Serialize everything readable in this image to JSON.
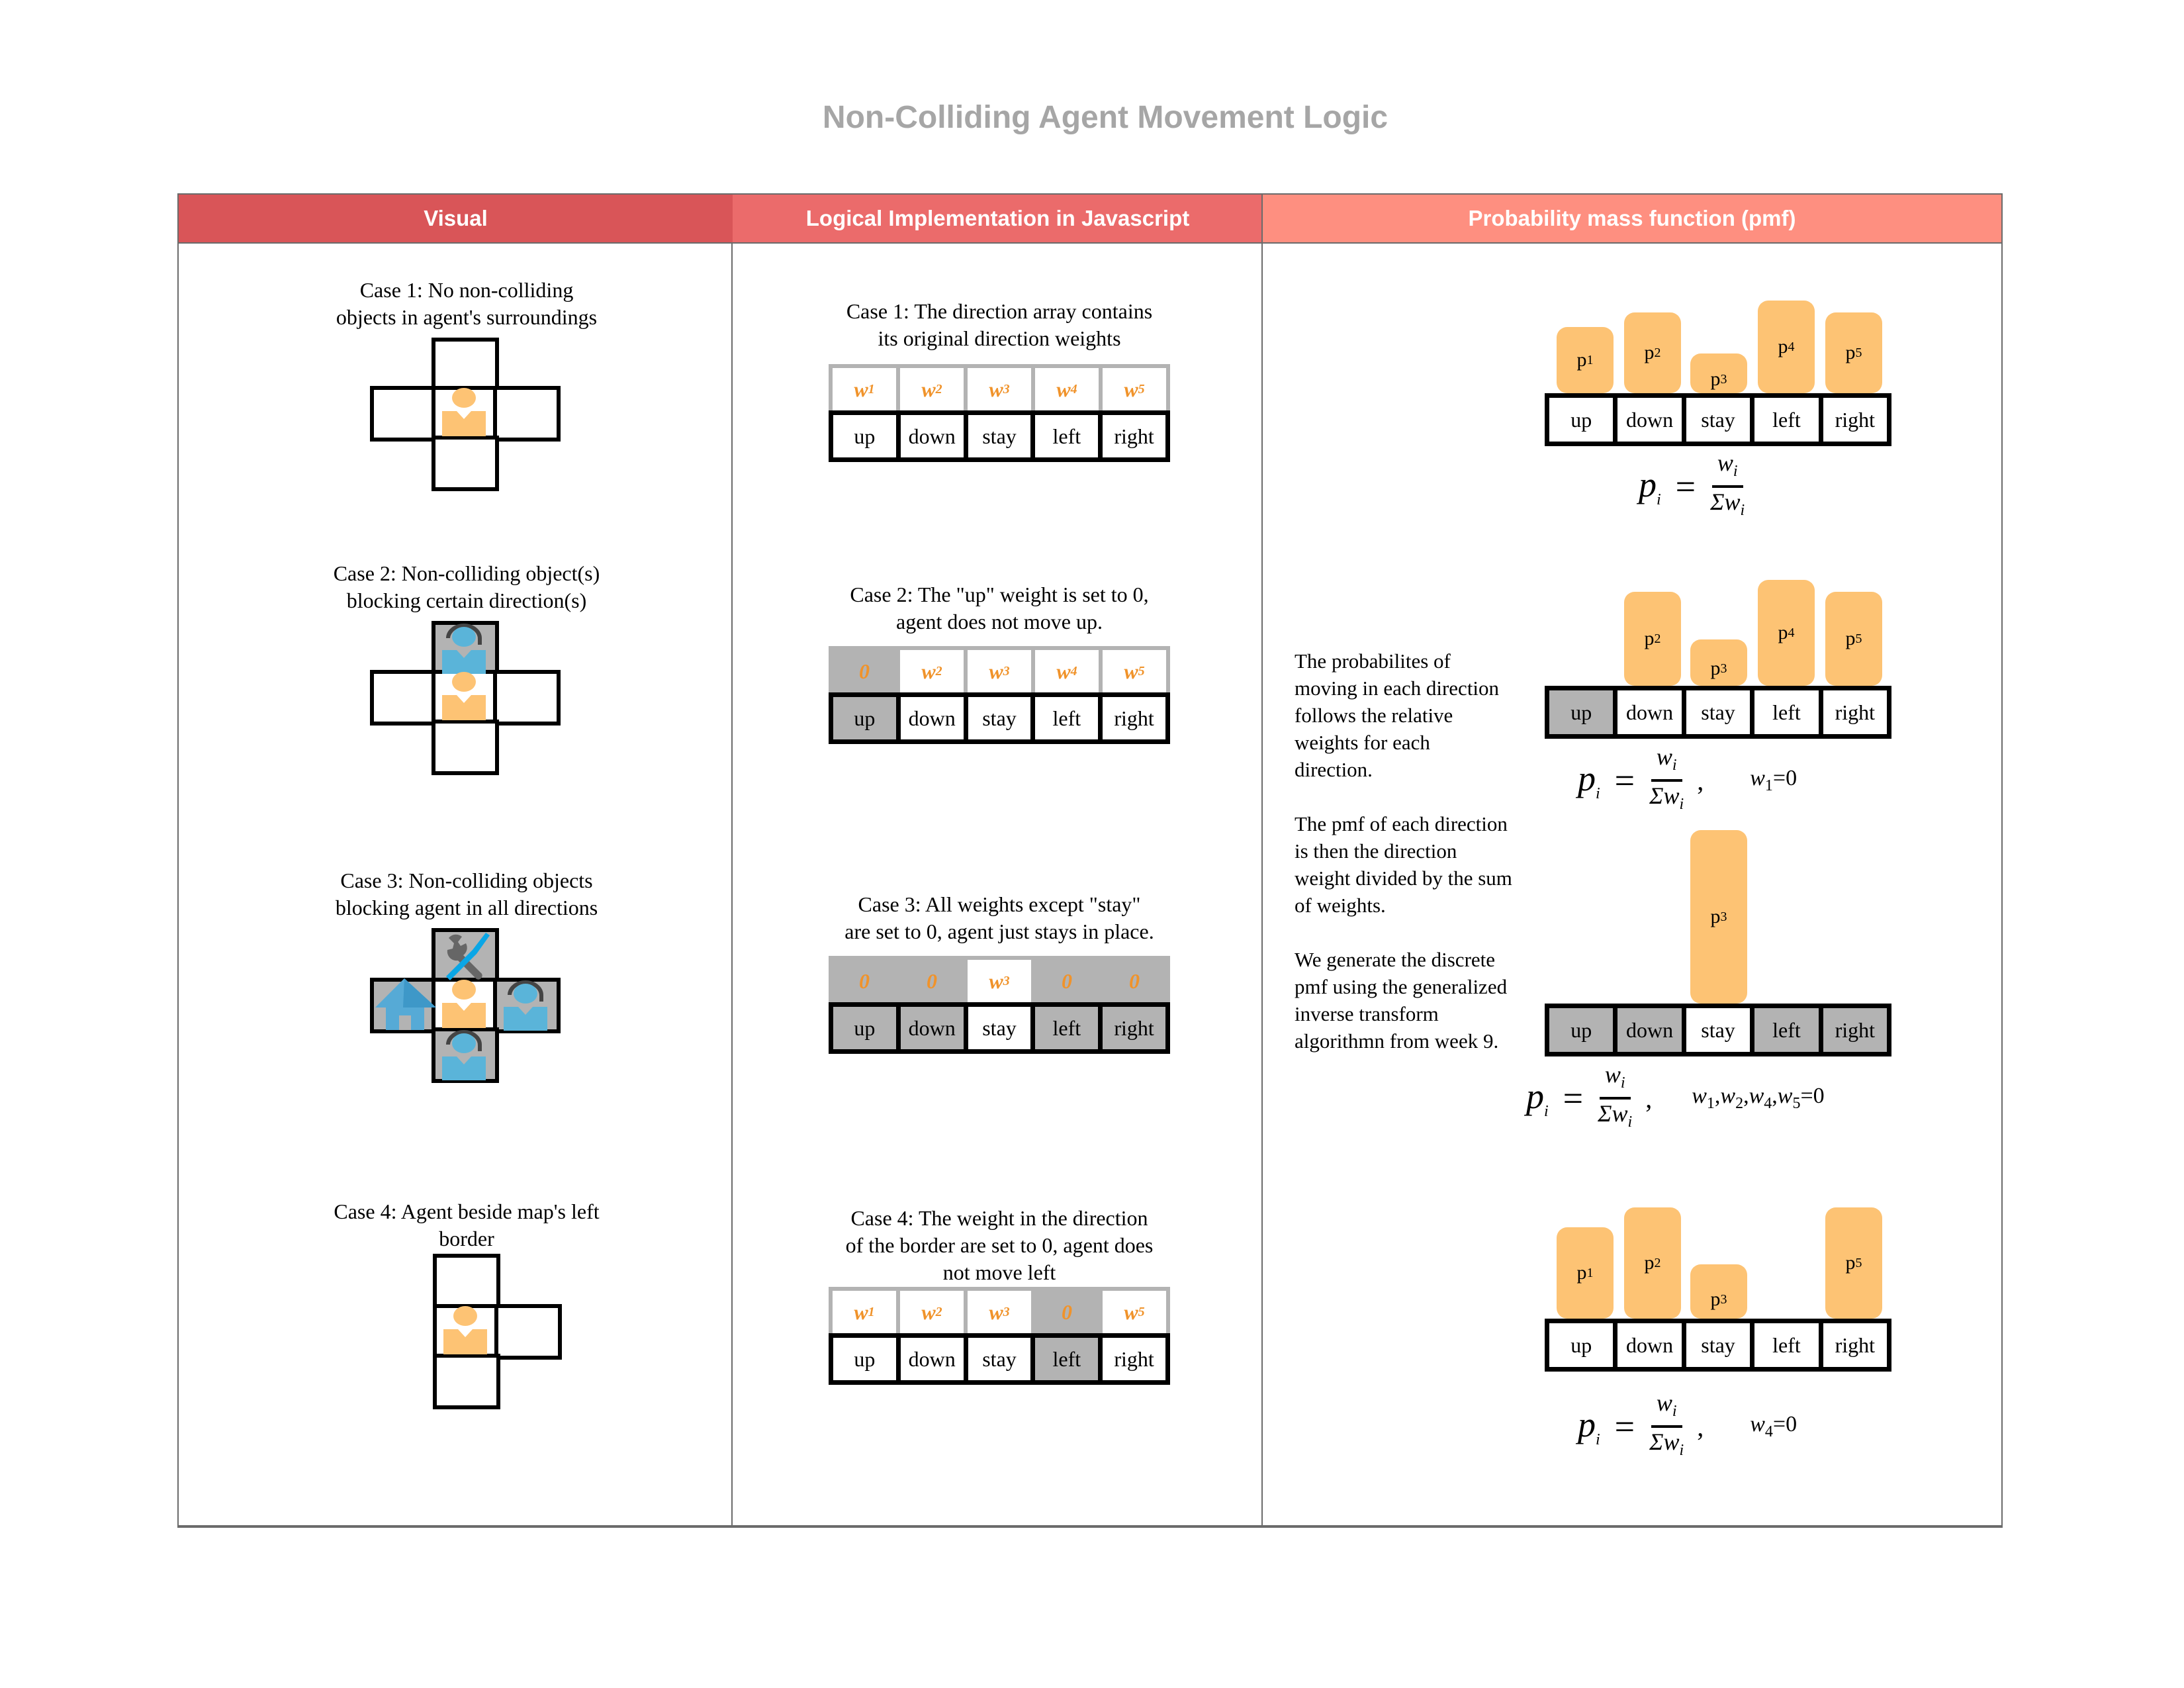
{
  "title": "Non-Colliding Agent Movement Logic",
  "headers": {
    "visual": "Visual",
    "logic": "Logical Implementation in Javascript",
    "pmf": "Probability mass function (pmf)"
  },
  "colors": {
    "header_visual": "#d95558",
    "header_logic": "#eb6b6b",
    "header_pmf": "#fe8f80",
    "agent": "#fdc374",
    "blocked_cell": "#b3b3b3",
    "weight_text": "#f0932b",
    "npc": "#5ab4d9"
  },
  "directions": [
    "up",
    "down",
    "stay",
    "left",
    "right"
  ],
  "cases": [
    {
      "visual_caption": "Case 1: No non-colliding objects in agent's surroundings",
      "visual_caption_lines": [
        "Case 1: No non-colliding",
        "objects in agent's surroundings"
      ],
      "logic_caption_lines": [
        "Case 1: The direction array contains",
        "its original direction weights"
      ],
      "weights": [
        "w1",
        "w2",
        "w3",
        "w4",
        "w5"
      ],
      "zeroed": [],
      "pmf_condition": ""
    },
    {
      "visual_caption_lines": [
        "Case 2: Non-colliding object(s)",
        "blocking certain direction(s)"
      ],
      "logic_caption_lines": [
        "Case 2: The \"up\" weight is set to 0,",
        "agent does not move up."
      ],
      "weights": [
        "0",
        "w2",
        "w3",
        "w4",
        "w5"
      ],
      "zeroed": [
        "up"
      ],
      "pmf_condition": "w1=0"
    },
    {
      "visual_caption_lines": [
        "Case 3: Non-colliding objects",
        "blocking agent in all directions"
      ],
      "logic_caption_lines": [
        "Case 3: All weights except \"stay\"",
        "are set to 0, agent just stays in place."
      ],
      "weights": [
        "0",
        "0",
        "w3",
        "0",
        "0"
      ],
      "zeroed": [
        "up",
        "down",
        "left",
        "right"
      ],
      "pmf_condition": "w1 ,w2 ,w4 ,w5 =0"
    },
    {
      "visual_caption_lines": [
        "Case 4: Agent beside map's left",
        "border"
      ],
      "logic_caption_lines": [
        "Case 4: The weight in the direction",
        "of the border are set to 0, agent does",
        "not move left"
      ],
      "weights": [
        "w1",
        "w2",
        "w3",
        "0",
        "w5"
      ],
      "zeroed": [
        "left"
      ],
      "pmf_condition": "w4=0"
    }
  ],
  "description": [
    "The probabilites of moving in each direction follows the relative weights for each direction.",
    "The pmf of each direction is then the direction weight divided by the sum of weights.",
    "We generate the discrete pmf using the generalized inverse transform algorithmn from week 9."
  ],
  "formula": {
    "lhs": "p",
    "lhs_sub": "i",
    "num": "w",
    "num_sub": "i",
    "den": "Σw",
    "den_sub": "i"
  },
  "chart_data": [
    {
      "type": "bar",
      "title": "Case 1 pmf",
      "categories": [
        "up",
        "down",
        "stay",
        "left",
        "right"
      ],
      "labels": [
        "p1",
        "p2",
        "p3",
        "p4",
        "p5"
      ],
      "values": [
        100,
        122,
        60,
        140,
        122
      ],
      "note": "relative bar heights (px), unlabeled axis"
    },
    {
      "type": "bar",
      "title": "Case 2 pmf (w1=0)",
      "categories": [
        "up",
        "down",
        "stay",
        "left",
        "right"
      ],
      "labels": [
        "",
        "p2",
        "p3",
        "p4",
        "p5"
      ],
      "values": [
        0,
        142,
        70,
        160,
        142
      ]
    },
    {
      "type": "bar",
      "title": "Case 3 pmf (w1,w2,w4,w5=0)",
      "categories": [
        "up",
        "down",
        "stay",
        "left",
        "right"
      ],
      "labels": [
        "",
        "",
        "p3",
        "",
        ""
      ],
      "values": [
        0,
        0,
        262,
        0,
        0
      ]
    },
    {
      "type": "bar",
      "title": "Case 4 pmf (w4=0)",
      "categories": [
        "up",
        "down",
        "stay",
        "left",
        "right"
      ],
      "labels": [
        "p1",
        "p2",
        "p3",
        "",
        "p5"
      ],
      "values": [
        138,
        168,
        82,
        0,
        168
      ]
    }
  ]
}
